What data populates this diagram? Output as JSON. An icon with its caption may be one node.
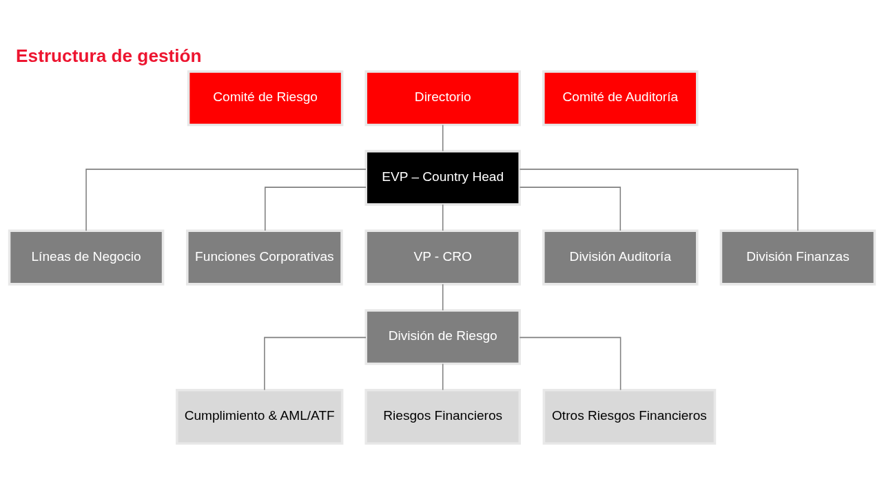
{
  "diagram": {
    "title": "Estructura de gestión",
    "nodes": [
      {
        "text": [
          "Comité de Riesgo"
        ]
      },
      {
        "text": [
          "Directorio"
        ]
      },
      {
        "text": [
          "Comité de Auditoría"
        ]
      },
      {
        "text": [
          "EVP – Country Head"
        ]
      },
      {
        "text": [
          "Líneas de Negocio"
        ]
      },
      {
        "text": [
          "Funciones Corporativas"
        ]
      },
      {
        "text": [
          "VP - CRO"
        ]
      },
      {
        "text": [
          "División Auditoría"
        ]
      },
      {
        "text": [
          "División Finanzas"
        ]
      },
      {
        "text": [
          "División de Riesgo"
        ]
      },
      {
        "text": [
          "Cumplimiento & AML/ATF"
        ]
      },
      {
        "text": [
          "Riesgos Financieros"
        ]
      },
      {
        "text": [
          "Otros Riesgos Financieros"
        ]
      }
    ],
    "edges": [
      {
        "from": 1,
        "to": 3,
        "arrow": "none"
      },
      {
        "from": 3,
        "to": 4,
        "arrow": "none"
      },
      {
        "from": 3,
        "to": 5,
        "arrow": "none"
      },
      {
        "from": 3,
        "to": 6,
        "arrow": "none"
      },
      {
        "from": 3,
        "to": 7,
        "arrow": "none"
      },
      {
        "from": 3,
        "to": 8,
        "arrow": "none"
      },
      {
        "from": 6,
        "to": 9,
        "arrow": "none"
      },
      {
        "from": 9,
        "to": 10,
        "arrow": "none"
      },
      {
        "from": 9,
        "to": 11,
        "arrow": "none"
      },
      {
        "from": 9,
        "to": 12,
        "arrow": "none"
      }
    ]
  }
}
